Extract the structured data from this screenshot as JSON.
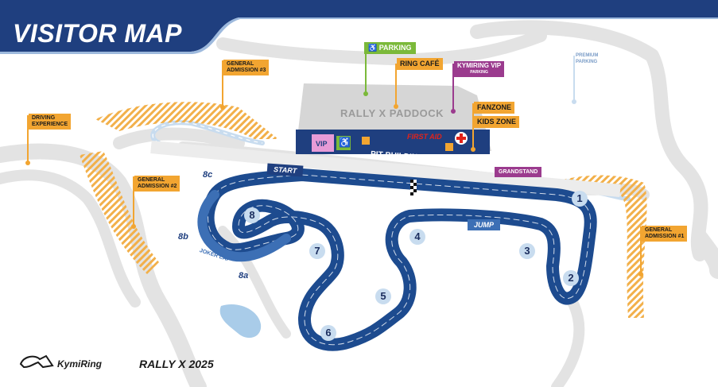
{
  "header": {
    "title": "VISITOR MAP"
  },
  "paddock": {
    "label": "RALLY X PADDOCK"
  },
  "pit_building": {
    "label": "PIT BUILDING",
    "vip": "VIP"
  },
  "first_aid": {
    "label": "FIRST AID"
  },
  "start": {
    "label": "START"
  },
  "jump": {
    "label": "JUMP"
  },
  "joker": {
    "label": "JOKER LAP"
  },
  "grandstand": {
    "label": "GRANDSTAND"
  },
  "parking": {
    "label": "PARKING"
  },
  "ring_cafe": {
    "label": "RING CAFÉ"
  },
  "kymiring_vip": {
    "label": "KYMIRING VIP",
    "sub": "PARKING"
  },
  "fanzone": {
    "label": "FANZONE"
  },
  "kids_zone": {
    "label": "KIDS ZONE"
  },
  "premium_parking": {
    "line1": "PREMIUM",
    "line2": "PARKING"
  },
  "general_admission": {
    "ga1": {
      "line1": "GENERAL",
      "line2": "ADMISSION",
      "num": "#1"
    },
    "ga2": {
      "line1": "GENERAL",
      "line2": "ADMISSION",
      "num": "#2"
    },
    "ga3": {
      "line1": "GENERAL",
      "line2": "ADMISSION",
      "num": "#3"
    }
  },
  "driving_experience": {
    "line1": "DRIVING",
    "line2": "EXPERIENCE"
  },
  "turns": {
    "t1": "1",
    "t2": "2",
    "t3": "3",
    "t4": "4",
    "t5": "5",
    "t6": "6",
    "t7": "7",
    "t8": "8",
    "t8a": "8a",
    "t8b": "8b",
    "t8c": "8c"
  },
  "footer": {
    "logo": "KymiRing",
    "event": "RALLY X 2025"
  },
  "colors": {
    "navy": "#1f3f7f",
    "track": "#1d4b8f",
    "orange": "#f2a531",
    "green": "#7bb93a",
    "purple": "#9b3b8e",
    "light_blue": "#c8dcef",
    "grey": "#d6d6d6"
  },
  "icons": [
    "accessible-icon",
    "first-aid-icon",
    "trophy-icon",
    "kymiring-logo-icon",
    "checkered-flag-icon"
  ]
}
